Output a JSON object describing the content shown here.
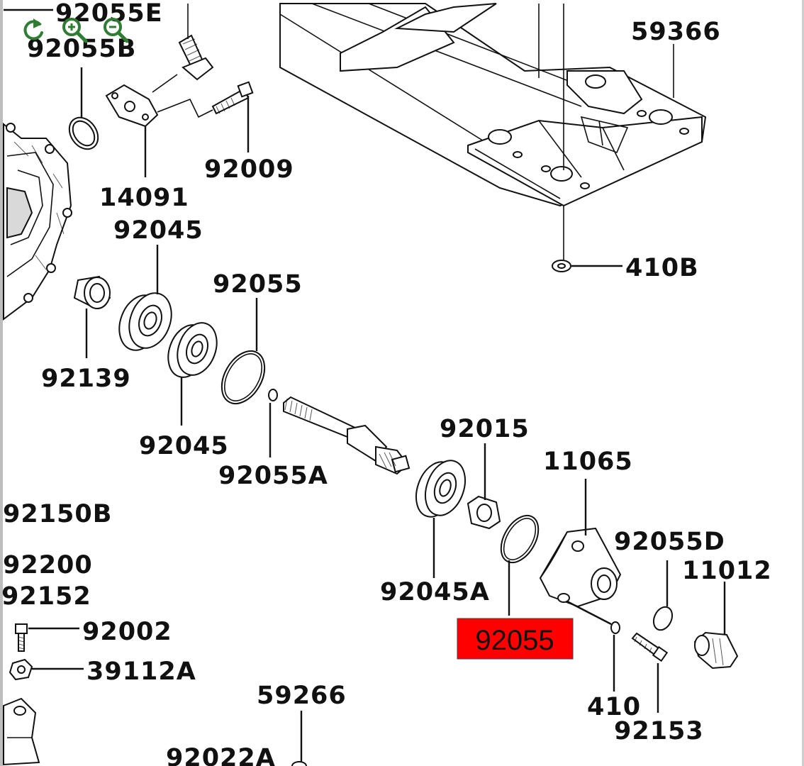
{
  "toolbar": {
    "buttons": [
      {
        "name": "reset",
        "icon": "rotate-reset-icon"
      },
      {
        "name": "zoom-in",
        "icon": "zoom-in-icon"
      },
      {
        "name": "zoom-out",
        "icon": "zoom-out-icon"
      }
    ],
    "icon_color": "#2e7d32"
  },
  "diagram": {
    "part_labels": {
      "p92055E": "92055E",
      "p92055B": "92055B",
      "p59366": "59366",
      "p92009": "92009",
      "p14091": "14091",
      "p92045_top": "92045",
      "p92055_top": "92055",
      "p410B": "410B",
      "p92139": "92139",
      "p92045_mid": "92045",
      "p92055A": "92055A",
      "p92015": "92015",
      "p11065": "11065",
      "p92150B": "92150B",
      "p92055D": "92055D",
      "p11012": "11012",
      "p92200": "92200",
      "p92045A": "92045A",
      "p92152": "92152",
      "p92002": "92002",
      "p39112A": "39112A",
      "p410": "410",
      "p92153": "92153",
      "p59266": "59266",
      "p92022A": "92022A"
    },
    "highlight": {
      "label": "92055",
      "color": "#ff0000"
    }
  }
}
